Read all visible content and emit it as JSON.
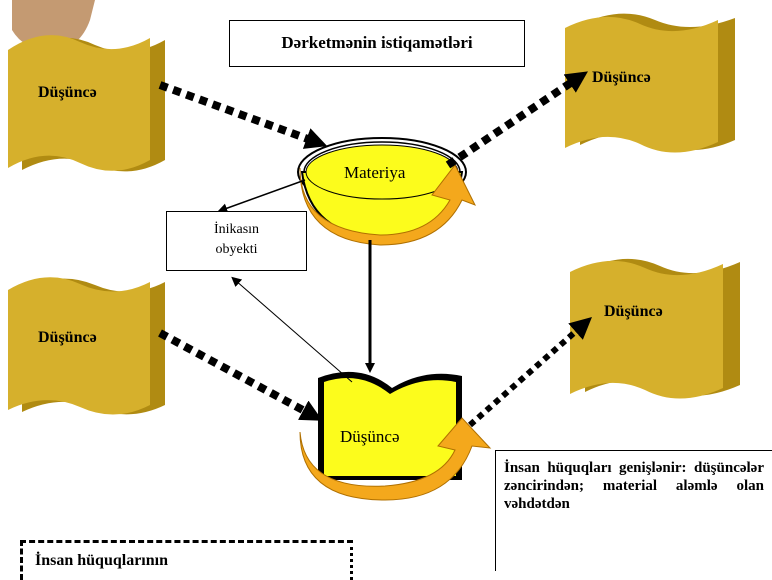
{
  "title": "Dərketmənin istiqamətləri",
  "nodes": {
    "thought_top_left": "Düşüncə",
    "thought_top_right": "Düşüncə",
    "materia": "Materiya",
    "thought_mid_left": "Düşüncə",
    "thought_mid_right": "Düşüncə",
    "thought_center": "Düşüncə"
  },
  "object_box": {
    "line1": "İnikasın",
    "line2": "obyekti"
  },
  "note_right": "İnsan hüquqları genişlənir: düşüncələr zəncirindən; material aləmlə olan vəhdətdən",
  "note_bottom_left": "İnsan hüquqlarının",
  "colors": {
    "scroll_fill": "#d6b02c",
    "scroll_dark": "#b08b12",
    "yellow": "#fcfc1c",
    "orange": "#f4a81c",
    "skin": "#c49a72"
  }
}
